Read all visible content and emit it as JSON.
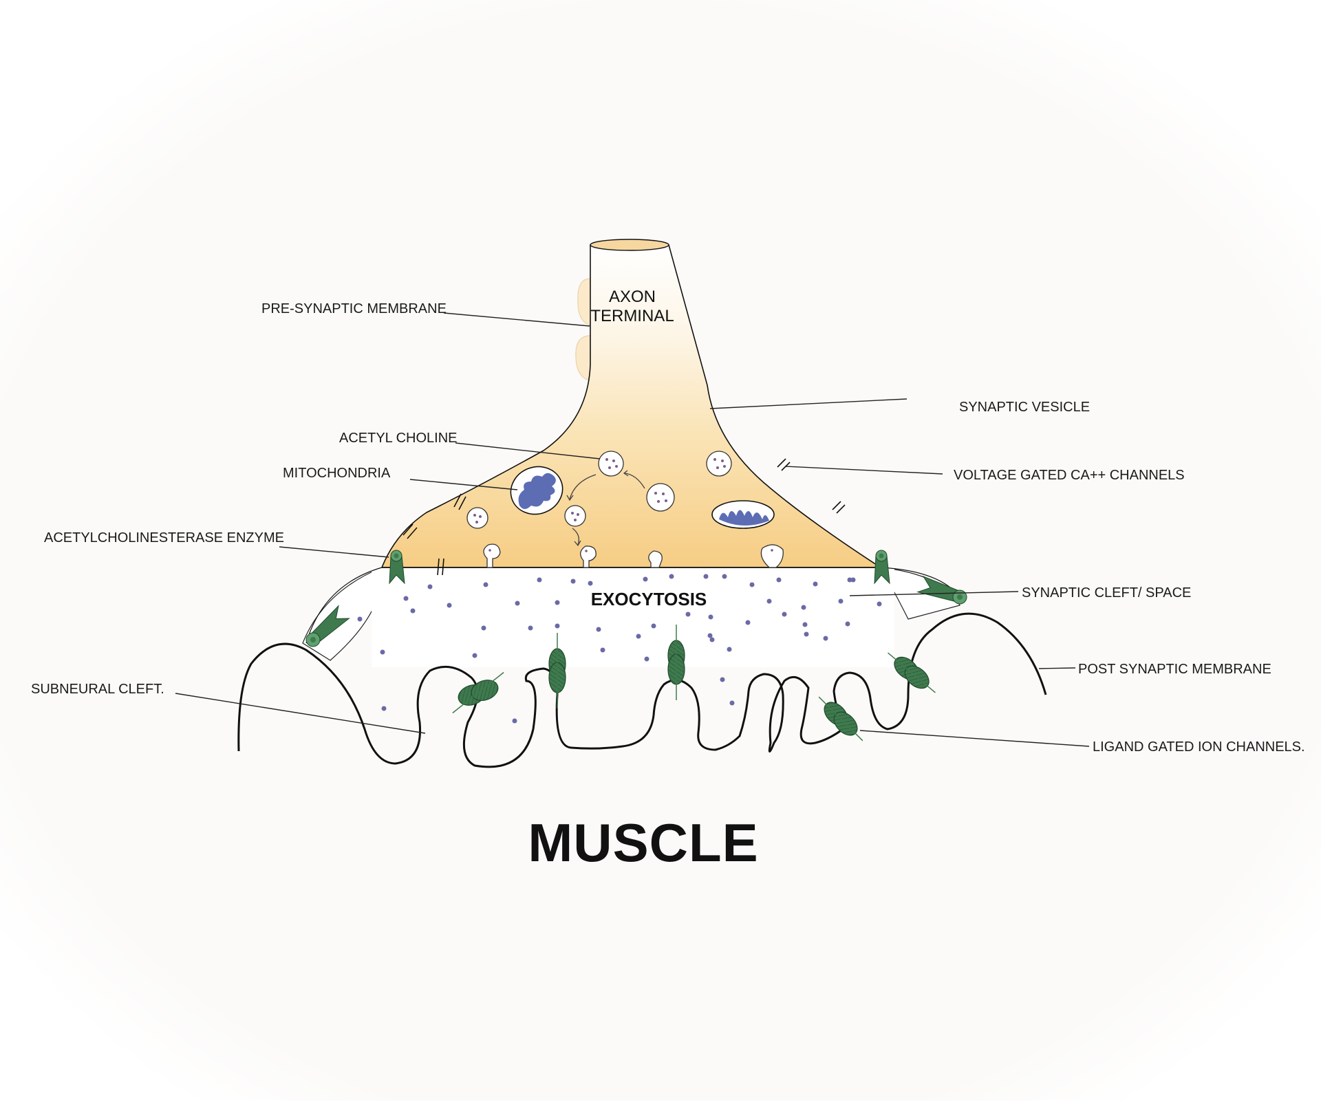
{
  "diagram": {
    "title": "MUSCLE",
    "inner_labels": {
      "axon_terminal_line1": "AXON",
      "axon_terminal_line2": "TERMINAL",
      "exocytosis": "EXOCYTOSIS"
    },
    "callouts": {
      "pre_synaptic_membrane": "PRE-SYNAPTIC MEMBRANE",
      "acetyl_choline": "ACETYL CHOLINE",
      "mitochondria": "MITOCHONDRIA",
      "acetylcholinesterase_enzyme": "ACETYLCHOLINESTERASE ENZYME",
      "subneural_cleft": "SUBNEURAL CLEFT.",
      "synaptic_vesicle": "SYNAPTIC VESICLE",
      "voltage_gated_channels": "VOLTAGE GATED CA++ CHANNELS",
      "synaptic_cleft_space": "SYNAPTIC CLEFT/ SPACE",
      "post_synaptic_membrane": "POST SYNAPTIC MEMBRANE",
      "ligand_gated_ion_channels": "LIGAND GATED ION CHANNELS."
    },
    "colors": {
      "terminal_top": "#ffffff",
      "terminal_bottom": "#f6cf88",
      "mitochondria_cristae": "#5c6db4",
      "receptor_green": "#3f7a4e",
      "ach_dot": "#6b6aa6",
      "outline": "#111111"
    }
  }
}
